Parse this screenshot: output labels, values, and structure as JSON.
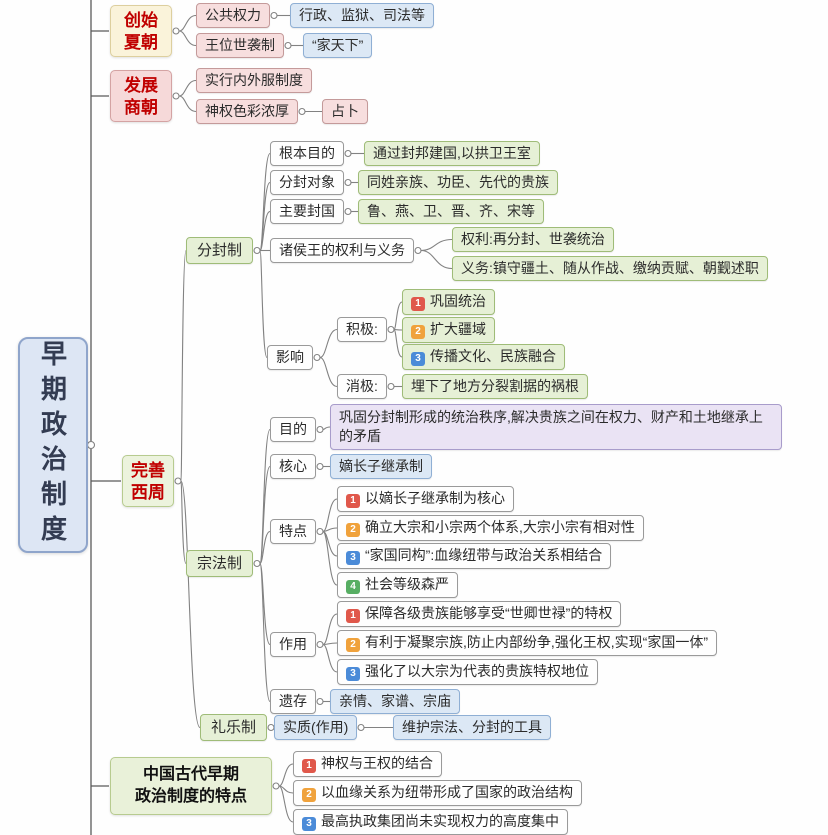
{
  "root": {
    "label": "早期政治制度"
  },
  "branches": {
    "xia": {
      "line1": "创始",
      "line2": "夏朝"
    },
    "shang": {
      "line1": "发展",
      "line2": "商朝"
    },
    "zhou": {
      "line1": "完善",
      "line2": "西周"
    },
    "characteristics": {
      "line1": "中国古代早期",
      "line2": "政治制度的特点"
    }
  },
  "icons": {
    "n1": "1",
    "n2": "2",
    "n3": "3",
    "n4": "4"
  },
  "nodes": {
    "public_power": "公共权力",
    "admin_justice": "行政、监狱、司法等",
    "hereditary_kingship": "王位世袭制",
    "family_under_heaven": "“家天下”",
    "inner_outer_service": "实行内外服制度",
    "theocratic_culture": "神权色彩浓厚",
    "divination": "占卜",
    "enfeoffment": "分封制",
    "fundamental_purpose": "根本目的",
    "build_states": "通过封邦建国,以拱卫王室",
    "enfeoffment_targets": "分封对象",
    "targets_detail": "同姓亲族、功臣、先代的贵族",
    "major_states": "主要封国",
    "states_list": "鲁、燕、卫、晋、齐、宋等",
    "vassal_rights_duties": "诸侯王的权利与义务",
    "rights": "权利:再分封、世袭统治",
    "duties": "义务:镇守疆土、随从作战、缴纳贡赋、朝觐述职",
    "influence": "影响",
    "positive": "积极:",
    "consolidate_rule": "巩固统治",
    "expand_territory": "扩大疆域",
    "spread_culture": "传播文化、民族融合",
    "negative": "消极:",
    "separatism_seed": "埋下了地方分裂割据的祸根",
    "patriarchal": "宗法制",
    "purpose": "目的",
    "patriarchal_purpose": "巩固分封制形成的统治秩序,解决贵族之间在权力、财产和土地继承上的矛盾",
    "core": "核心",
    "primogeniture": "嫡长子继承制",
    "features": "特点",
    "feature_1": "以嫡长子继承制为核心",
    "feature_2": "确立大宗和小宗两个体系,大宗小宗有相对性",
    "feature_3": "“家国同构”:血缘纽带与政治关系相结合",
    "feature_4": "社会等级森严",
    "functions": "作用",
    "function_1": "保障各级贵族能够享受“世卿世禄”的特权",
    "function_2": "有利于凝聚宗族,防止内部纷争,强化王权,实现“家国一体”",
    "function_3": "强化了以大宗为代表的贵族特权地位",
    "legacy": "遗存",
    "legacy_detail": "亲情、家谱、宗庙",
    "ritual_music": "礼乐制",
    "essence": "实质(作用)",
    "essence_detail": "维护宗法、分封的工具",
    "char_1": "神权与王权的结合",
    "char_2": "以血缘关系为纽带形成了国家的政治结构",
    "char_3": "最高执政集团尚未实现权力的高度集中"
  }
}
